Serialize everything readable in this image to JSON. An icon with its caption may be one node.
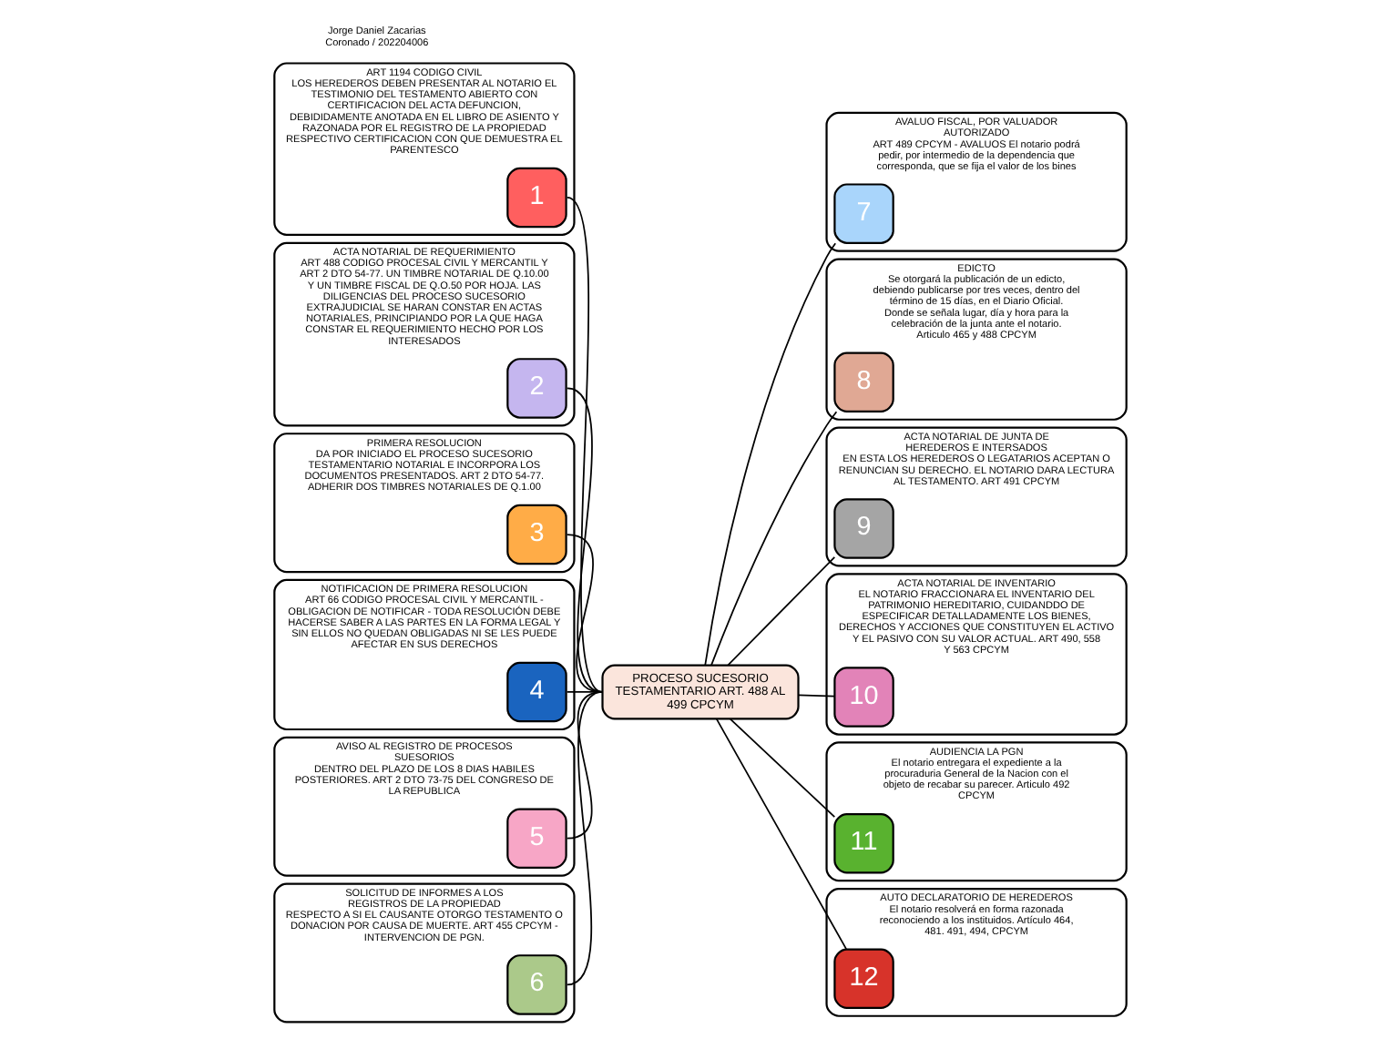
{
  "diagram": {
    "nodes": [
      {
        "text": [
          "PROCESO SUCESORIO TESTAMENTARIO ART. 488 AL 499 CPCYM"
        ]
      },
      {
        "text": [
          "ART 1194 CODIGO CIVIL",
          "LOS HEREDEROS DEBEN PRESENTAR AL NOTARIO EL TESTIMONIO DEL TESTAMENTO ABIERTO CON CERTIFICACION DEL ACTA DEFUNCION, DEBIDIDAMENTE ANOTADA EN EL LIBRO DE ASIENTO Y RAZONADA POR EL REGISTRO DE LA PROPIEDAD RESPECTIVO CERTIFICACION CON QUE DEMUESTRA EL PARENTESCO"
        ]
      },
      {
        "text": [
          "1"
        ],
        "in": 1
      },
      {
        "text": [
          "AVALUO FISCAL, POR VALUADOR AUTORIZADO",
          "ART 489 CPCYM - AVALUOS El notario podrá pedir, por intermedio de la dependencia que corresponda, que se fija el valor de los bines"
        ]
      },
      {
        "text": [
          "7"
        ],
        "in": 3
      },
      {
        "text": [
          "ACTA NOTARIAL DE REQUERIMIENTO",
          "ART 488 CODIGO PROCESAL CIVIL Y MERCANTIL Y ART 2 DTO 54-77. UN TIMBRE NOTARIAL DE Q.10.00 Y UN TIMBRE FISCAL DE Q.O.50 POR HOJA. LAS DILIGENCIAS DEL PROCESO SUCESORIO EXTRAJUDICIAL SE HARAN CONSTAR EN ACTAS NOTARIALES, PRINCIPIANDO POR LA QUE HAGA CONSTAR EL REQUERIMIENTO HECHO POR LOS INTERESADOS"
        ]
      },
      {
        "text": [
          "2"
        ],
        "in": 5
      },
      {
        "text": [
          "EDICTO",
          "Se otorgará la publicación de un edicto, debiendo publicarse por tres veces, dentro del término de 15 días, en el Diario Oficial. Donde se señala lugar, día y hora para la celebración de la junta ante el notario. Articulo 465 y 488 CPCYM"
        ]
      },
      {
        "text": [
          "8"
        ],
        "in": 7
      },
      {
        "text": [
          "PRIMERA RESOLUCION",
          "DA POR INICIADO EL PROCESO SUCESORIO TESTAMENTARIO NOTARIAL E INCORPORA LOS DOCUMENTOS PRESENTADOS. ART 2 DTO 54-77. ADHERIR DOS TIMBRES NOTARIALES DE Q.1.00"
        ]
      },
      {
        "text": [
          "3"
        ],
        "in": 9
      },
      {
        "text": [
          "ACTA NOTARIAL DE JUNTA DE HEREDEROS E INTERSADOS",
          "EN ESTA LOS HEREDEROS O LEGATARIOS ACEPTAN O RENUNCIAN SU DERECHO. EL NOTARIO DARA LECTURA AL TESTAMENTO. ART 491 CPCYM"
        ]
      },
      {
        "text": [
          "9"
        ],
        "in": 11
      },
      {
        "text": [
          "NOTIFICACION DE PRIMERA RESOLUCION",
          "ART 66 CODIGO PROCESAL CIVIL Y MERCANTIL - OBLIGACION DE NOTIFICAR - TODA RESOLUCIÓN DEBE HACERSE SABER A LAS PARTES EN LA FORMA LEGAL Y SIN ELLOS NO QUEDAN OBLIGADAS NI SE LES PUEDE AFECTAR EN SUS DERECHOS"
        ]
      },
      {
        "text": [
          "4"
        ],
        "in": 13
      },
      {
        "text": [
          "ACTA NOTARIAL DE INVENTARIO",
          "EL NOTARIO FRACCIONARA EL INVENTARIO DEL PATRIMONIO HEREDITARIO, CUIDANDDO DE ESPECIFICAR DETALLADAMENTE LOS BIENES, DERECHOS Y ACCIONES QUE CONSTITUYEN EL ACTIVO Y EL PASIVO CON SU VALOR ACTUAL. ART 490, 558 Y 563 CPCYM"
        ]
      },
      {
        "text": [
          "10"
        ],
        "in": 15
      },
      {
        "text": [
          "AVISO AL REGISTRO DE PROCESOS SUESORIOS",
          "DENTRO DEL PLAZO DE LOS 8 DIAS HABILES POSTERIORES. ART 2 DTO 73-75 DEL CONGRESO DE LA REPUBLICA"
        ]
      },
      {
        "text": [
          "5"
        ],
        "in": 17
      },
      {
        "text": [
          "AUDIENCIA LA PGN",
          "El notario entregara el expediente a la procuraduria General de la Nacion con el objeto de recabar su parecer. Articulo 492 CPCYM"
        ]
      },
      {
        "text": [
          "11"
        ],
        "in": 19
      },
      {
        "text": [
          "SOLICITUD DE INFORMES A LOS REGISTROS DE LA PROPIEDAD",
          "RESPECTO A SI EL CAUSANTE OTORGO TESTAMENTO O DONACION POR CAUSA DE MUERTE. ART 455 CPCYM - INTERVENCION DE PGN."
        ]
      },
      {
        "text": [
          "6"
        ],
        "in": 21
      },
      {
        "text": [
          "AUTO DECLARATORIO DE HEREDEROS",
          "El notario resolverá en forma razonada reconociendo a los instituidos. Artículo 464, 481. 491, 494, CPCYM"
        ]
      },
      {
        "text": [
          "12"
        ],
        "in": 23
      }
    ],
    "edges": [
      {
        "from": 0,
        "to": 2,
        "arrow": "none"
      },
      {
        "from": 0,
        "to": 6,
        "arrow": "none"
      },
      {
        "from": 0,
        "to": 10,
        "arrow": "none"
      },
      {
        "from": 0,
        "to": 14,
        "arrow": "none"
      },
      {
        "from": 0,
        "to": 18,
        "arrow": "none"
      },
      {
        "from": 0,
        "to": 22,
        "arrow": "none"
      },
      {
        "from": 0,
        "to": 4,
        "arrow": "none"
      },
      {
        "from": 0,
        "to": 8,
        "arrow": "none"
      },
      {
        "from": 0,
        "to": 12,
        "arrow": "none"
      },
      {
        "from": 0,
        "to": 16,
        "arrow": "none"
      },
      {
        "from": 0,
        "to": 20,
        "arrow": "none"
      },
      {
        "from": 0,
        "to": 24,
        "arrow": "none"
      }
    ],
    "labels": [
      "Jorge Daniel Zacarias Coronado / 202204006"
    ]
  }
}
